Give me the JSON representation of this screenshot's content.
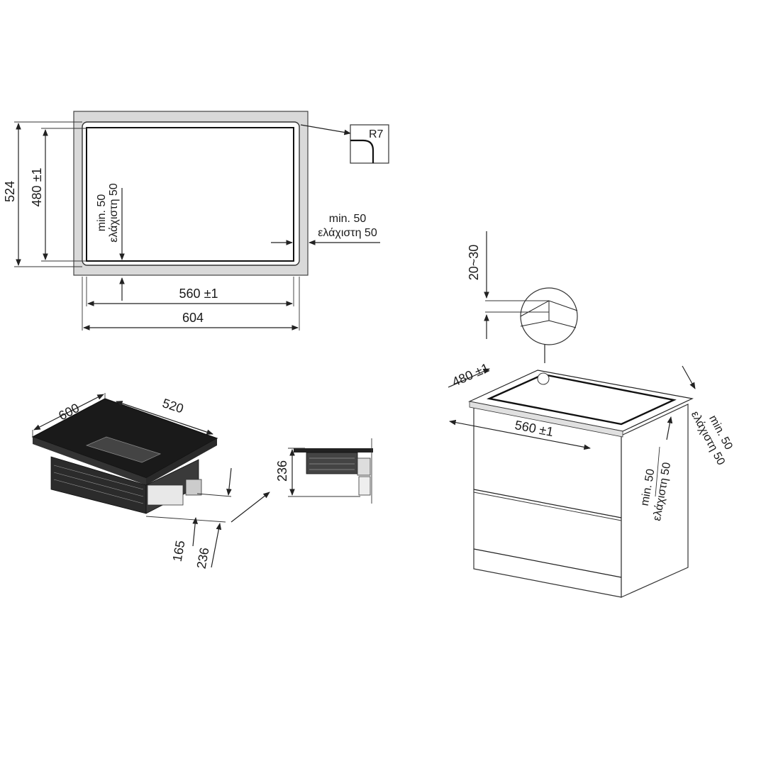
{
  "cutout_plan": {
    "height_outer": "524",
    "height_inner": "480 ±1",
    "width_inner": "560 ±1",
    "width_outer": "604",
    "corner_radius": "R7",
    "min_left_line1": "min. 50",
    "min_left_line2": "ελάχιστη 50",
    "min_right_line1": "min. 50",
    "min_right_line2": "ελάχιστη 50"
  },
  "hob_isometric": {
    "depth": "600",
    "width": "520",
    "height_a": "165",
    "height_b": "236"
  },
  "side_section": {
    "height": "236"
  },
  "cabinet_install": {
    "thickness": "20~30",
    "depth": "480 ±1",
    "width": "560 ±1",
    "min_right_line1": "min. 50",
    "min_right_line2": "ελάχιστη 50",
    "min_front_line1": "min. 50",
    "min_front_line2": "ελάχιστη 50"
  }
}
